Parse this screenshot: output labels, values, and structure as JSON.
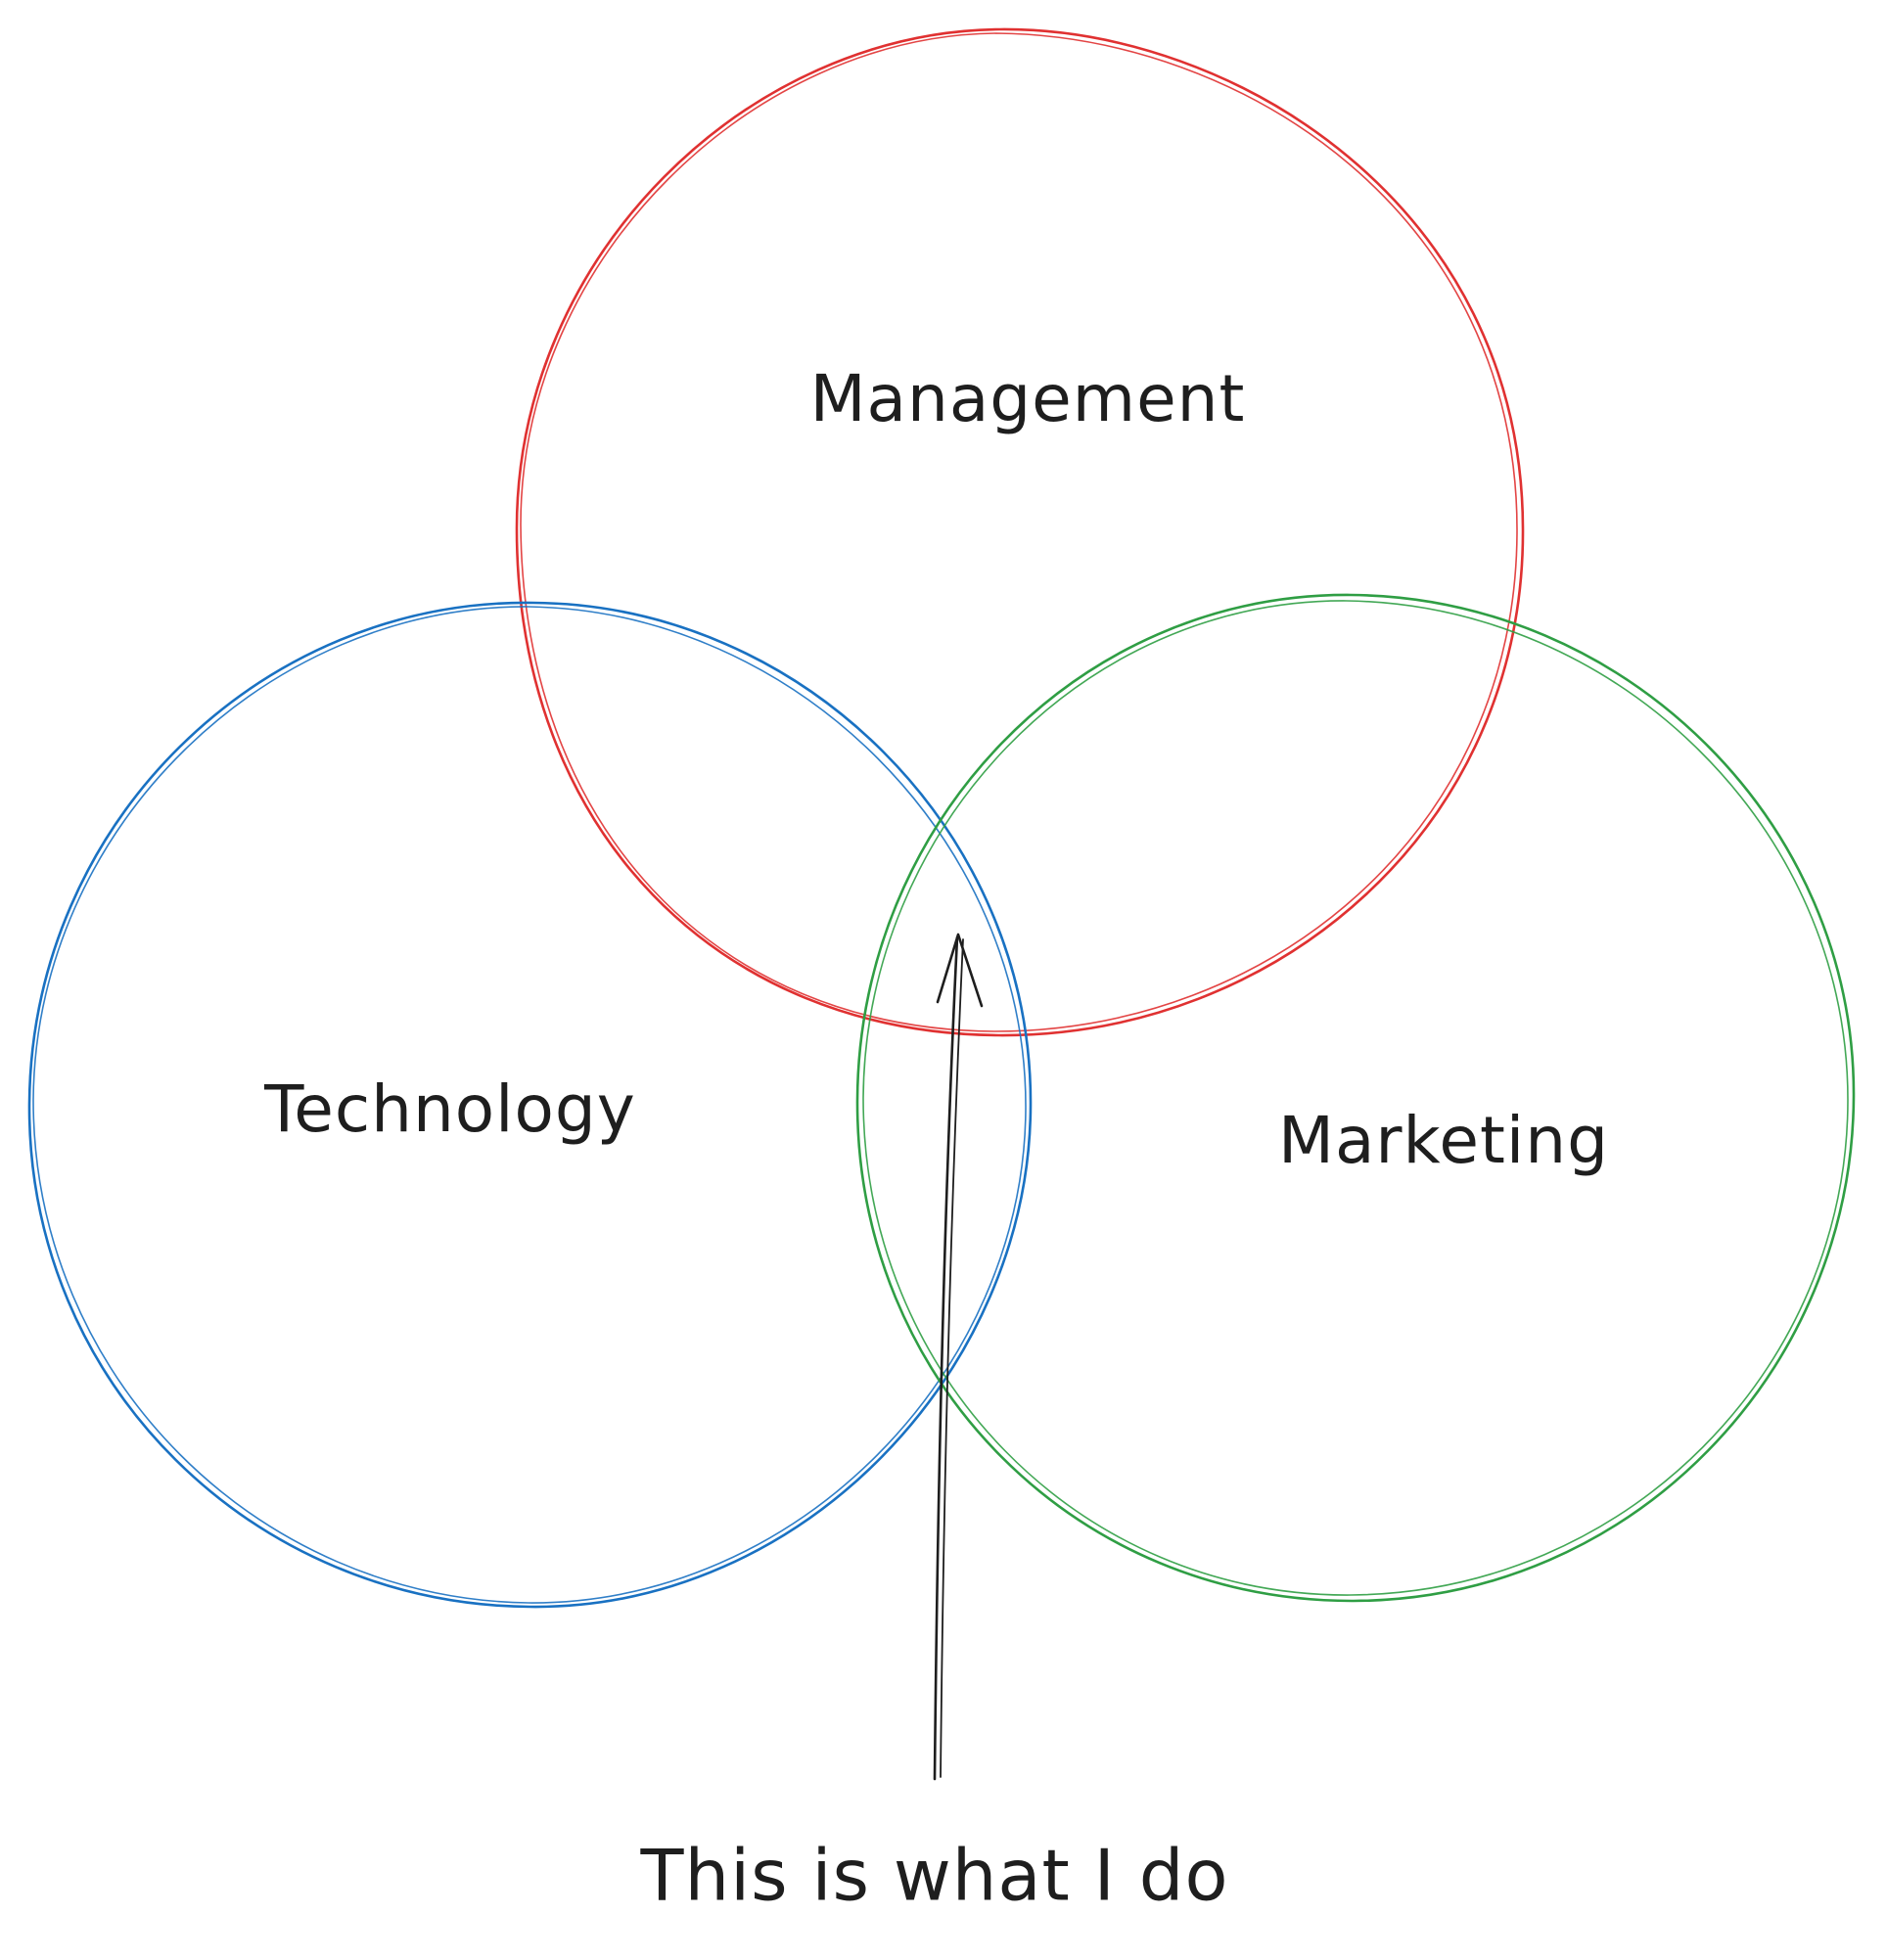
{
  "diagram": {
    "sets": [
      {
        "id": "management",
        "label": "Management",
        "color": "#e03131"
      },
      {
        "id": "technology",
        "label": "Technology",
        "color": "#1971c2"
      },
      {
        "id": "marketing",
        "label": "Marketing",
        "color": "#2f9e44"
      }
    ],
    "annotation": {
      "text": "This is what I do",
      "color": "#1e1e1e",
      "points_to": "intersection of Management, Technology and Marketing"
    }
  }
}
